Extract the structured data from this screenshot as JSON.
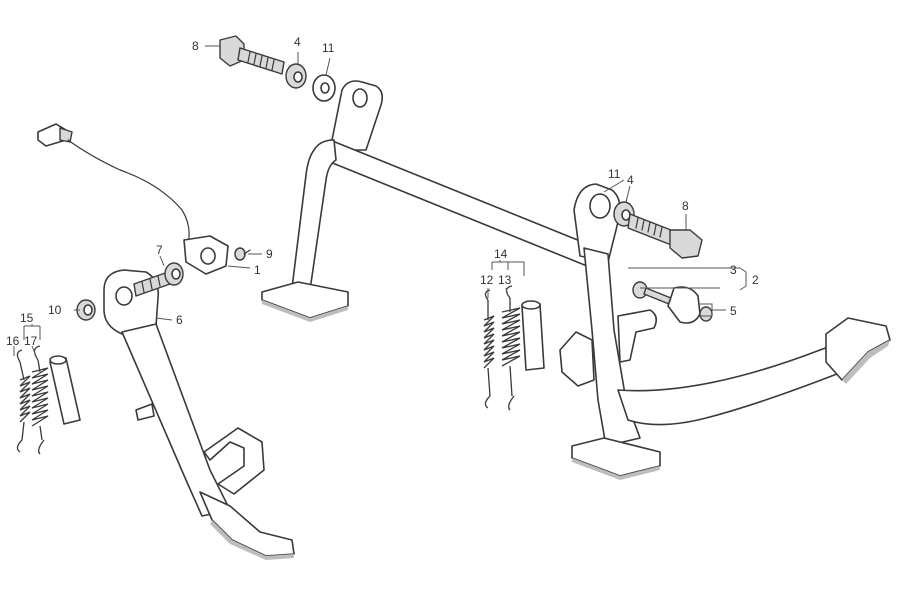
{
  "diagram": {
    "part_numbers": {
      "n1": "1",
      "n2": "2",
      "n3": "3",
      "n4": "4",
      "n5": "5",
      "n6": "6",
      "n7": "7",
      "n8": "8",
      "n9": "9",
      "n10": "10",
      "n11": "11",
      "n12": "12",
      "n13": "13",
      "n14": "14",
      "n15": "15",
      "n16": "16",
      "n17": "17"
    },
    "colors": {
      "line": "#3a3a3a",
      "fill": "#ffffff",
      "metal": "#d9d9d9",
      "shadow": "#bdbdbd"
    }
  }
}
